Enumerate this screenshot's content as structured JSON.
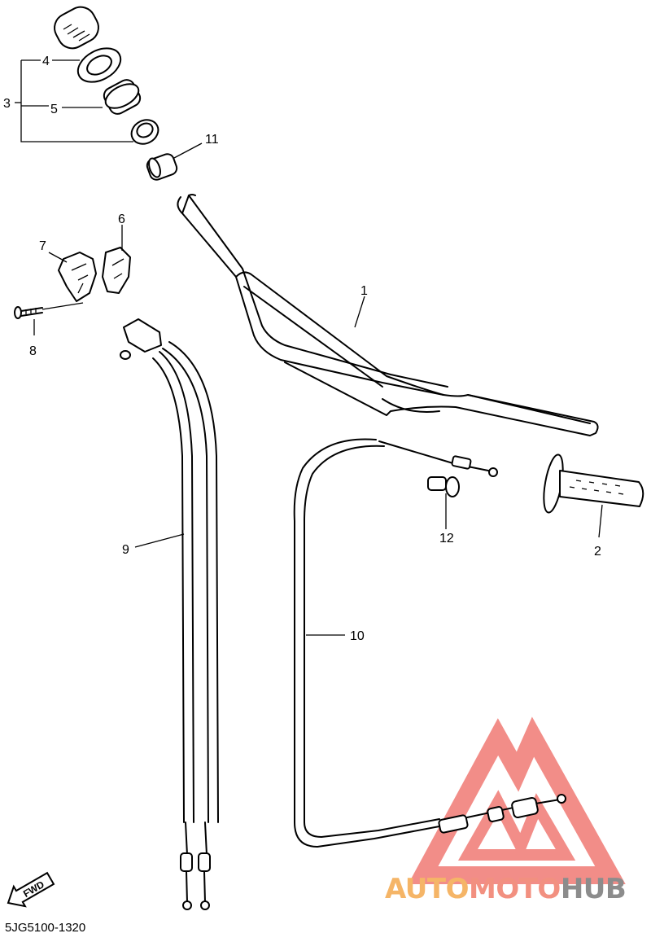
{
  "diagram": {
    "part_code": "5JG5100-1320",
    "direction_label": "FWD",
    "callouts": [
      {
        "id": "1",
        "text": "1"
      },
      {
        "id": "2",
        "text": "2"
      },
      {
        "id": "3",
        "text": "3"
      },
      {
        "id": "4",
        "text": "4"
      },
      {
        "id": "5",
        "text": "5"
      },
      {
        "id": "6",
        "text": "6"
      },
      {
        "id": "7",
        "text": "7"
      },
      {
        "id": "8",
        "text": "8"
      },
      {
        "id": "9",
        "text": "9"
      },
      {
        "id": "10",
        "text": "10"
      },
      {
        "id": "11",
        "text": "11"
      },
      {
        "id": "12",
        "text": "12"
      }
    ]
  },
  "watermark": {
    "part1": "AUTO",
    "part2": "MOTO",
    "part3": "HUB",
    "colors": {
      "auto": "#f5b567",
      "moto": "#f29080",
      "hub": "#8c8c8c",
      "triangle": "#f07a74"
    }
  }
}
